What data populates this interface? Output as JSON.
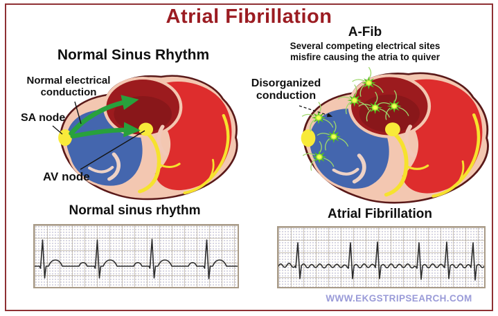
{
  "header": {
    "title": "Atrial Fibrillation"
  },
  "left": {
    "heading": "Normal Sinus Rhythm",
    "label_conduction": "Normal electrical conduction",
    "label_sa": "SA node",
    "label_av": "AV node",
    "strip_title": "Normal sinus rhythm"
  },
  "right": {
    "heading": "A-Fib",
    "subtitle_line1": "Several competing electrical sites",
    "subtitle_line2": "misfire causing the atria to quiver",
    "label_conduction": "Disorganized conduction",
    "strip_title": "Atrial Fibrillation"
  },
  "footer": {
    "watermark": "WWW.EKGSTRIPSEARCH.COM"
  },
  "colors": {
    "title_red": "#9b1c22",
    "border_red": "#8e3033",
    "watermark_purple": "#9a9bd8",
    "arrow_green": "#28a13c",
    "spark_green": "#55c41e",
    "node_yellow": "#f8ea3a",
    "atrium_dark_red": "#9c1b1e",
    "ventricle_red": "#de2d2d",
    "chamber_blue": "#4466ae",
    "heart_wall_salmon": "#f3c7b1"
  }
}
